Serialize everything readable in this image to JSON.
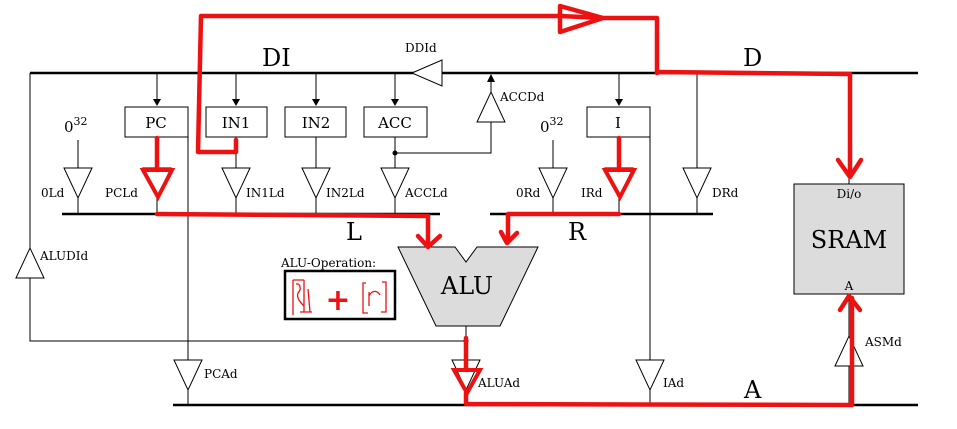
{
  "buses": {
    "di": "DI",
    "d": "D",
    "l": "L",
    "r": "R",
    "a": "A"
  },
  "registers": {
    "pc": "PC",
    "in1": "IN1",
    "in2": "IN2",
    "acc": "ACC",
    "i": "I"
  },
  "constants": {
    "zero_left": "0",
    "zero_right": "0",
    "exponent": "32"
  },
  "drivers": {
    "ddid": "DDId",
    "accdd": "ACCDd",
    "zero_ld": "0Ld",
    "pcld": "PCLd",
    "in1ld": "IN1Ld",
    "in2ld": "IN2Ld",
    "accld": "ACCLd",
    "zero_rd": "0Rd",
    "ird": "IRd",
    "drd": "DRd",
    "aludid": "ALUDId",
    "pcad": "PCAd",
    "aluad": "ALUAd",
    "iad": "IAd",
    "asmd": "ASMd"
  },
  "alu": {
    "label": "ALU",
    "operation_label": "ALU-Operation:",
    "operator": "+"
  },
  "sram": {
    "label": "SRAM",
    "port_data": "Di/o",
    "port_addr": "A"
  },
  "colors": {
    "highlight": "#ee1111",
    "unit_fill": "#dcdcdc"
  }
}
